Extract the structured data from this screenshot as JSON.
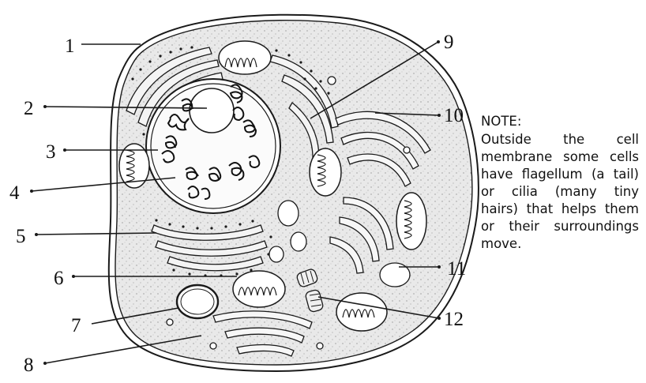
{
  "labels": [
    "1",
    "2",
    "3",
    "4",
    "5",
    "6",
    "7",
    "8",
    "9",
    "10",
    "11",
    "12"
  ],
  "note": {
    "heading": "NOTE:",
    "text": "Outside the cell membrane some cells have flagellum (a tail) or cilia (many tiny hairs) that helps them or their surroundings move."
  },
  "colors": {
    "cytoplasm": "#e8e8e8",
    "outline": "#1a1a1a",
    "background": "#ffffff"
  }
}
